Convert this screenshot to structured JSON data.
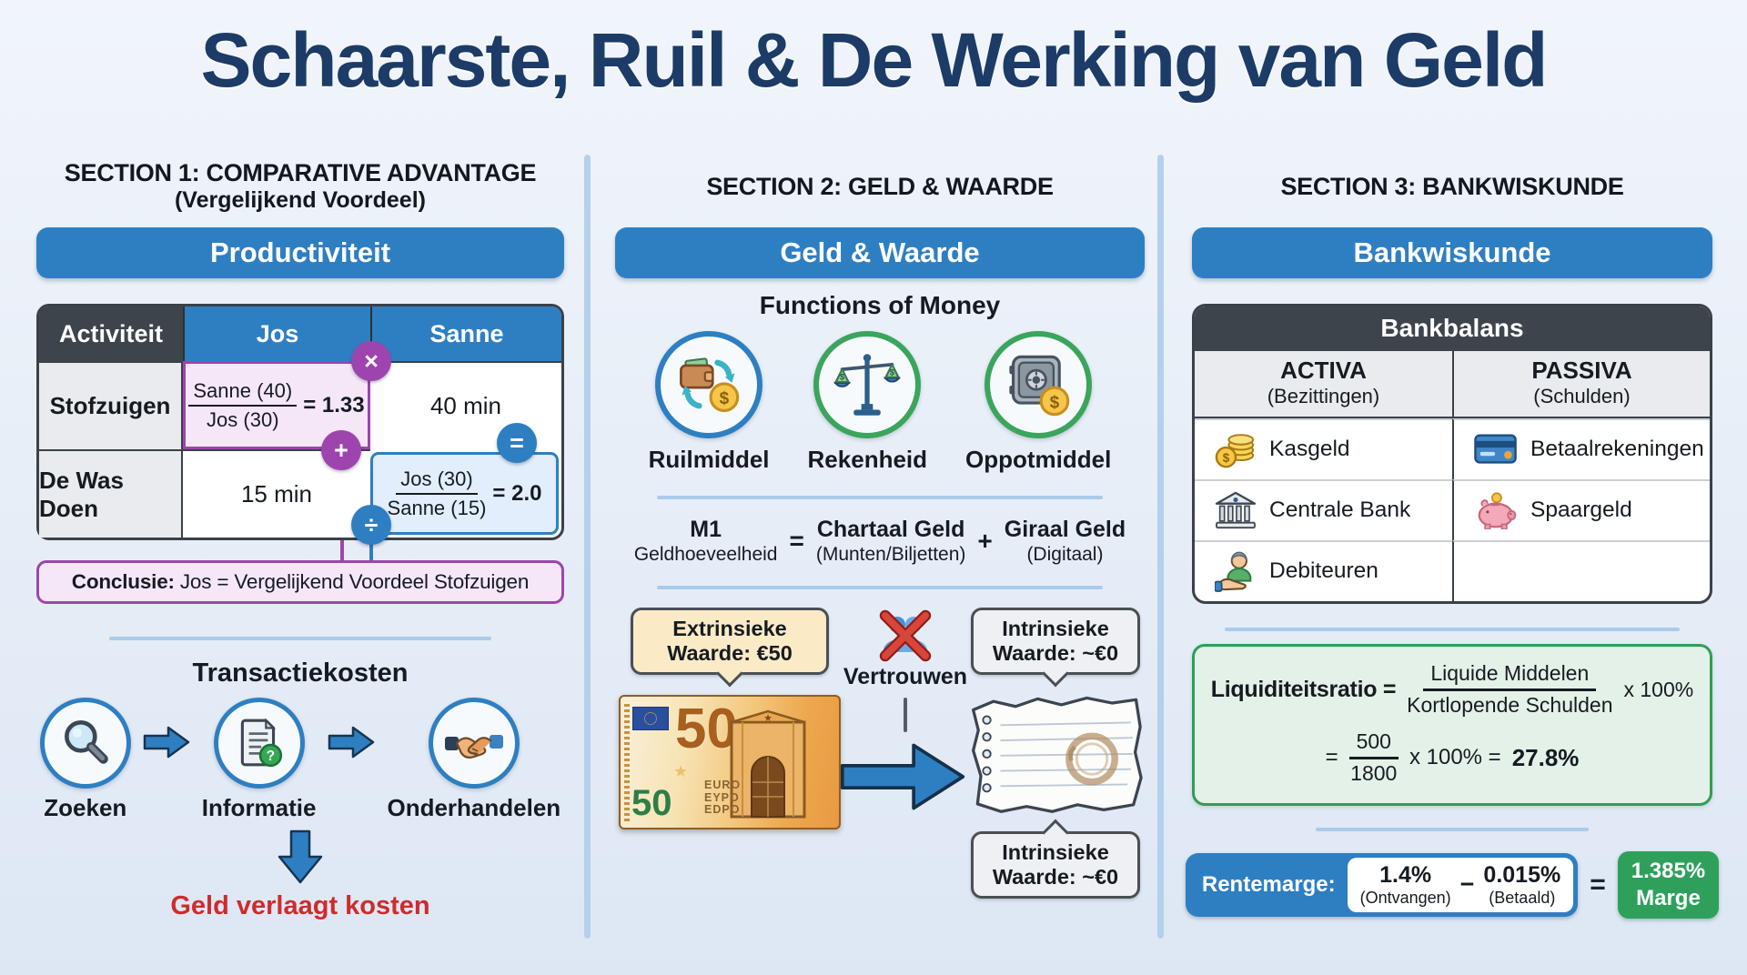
{
  "title": "Schaarste, Ruil & De Werking van Geld",
  "colors": {
    "accent_blue": "#2e7fc2",
    "title_navy": "#1c3b66",
    "purple": "#9e44ae",
    "green": "#2f9e57",
    "red": "#cf2b2b",
    "dark_header": "#3d444b",
    "divider_blue": "#b5d0ec"
  },
  "icons": {
    "s1_steps": [
      "search-icon",
      "document-info-icon",
      "handshake-icon"
    ],
    "s2_functions": [
      "exchange-wallet-icon",
      "balance-scale-icon",
      "safe-icon"
    ],
    "s2_trust": "people-crossed-icon",
    "s3_activa": [
      "coins-icon",
      "bank-building-icon",
      "debtor-hand-icon"
    ],
    "s3_passiva": [
      "bank-card-icon",
      "piggy-bank-icon"
    ]
  },
  "s1": {
    "h1": "SECTION 1: COMPARATIVE ADVANTAGE",
    "h2": "(Vergelijkend Voordeel)",
    "bar": "Productiviteit",
    "table": {
      "col_activity": "Activiteit",
      "col_jos": "Jos",
      "col_sanne": "Sanne",
      "r1_activity": "Stofzuigen",
      "r1_jos_top": "Sanne (40)",
      "r1_jos_bottom": "Jos (30)",
      "r1_jos_result": "= 1.33",
      "r1_sanne": "40 min",
      "r2_activity": "De Was Doen",
      "r2_jos": "15 min",
      "r2_sanne_top": "Jos (30)",
      "r2_sanne_bottom": "Sanne (15)",
      "r2_sanne_result": "= 2.0",
      "badge_multiply": "×",
      "badge_plus": "+",
      "badge_equals": "=",
      "badge_divide": "÷"
    },
    "conclusion_label": "Conclusie:",
    "conclusion_text": " Jos = Vergelijkend Voordeel Stofzuigen",
    "trans_title": "Transactiekosten",
    "step1": "Zoeken",
    "step2": "Informatie",
    "step3": "Onderhandelen",
    "result": "Geld verlaagt kosten"
  },
  "s2": {
    "h1": "SECTION 2: GELD & WAARDE",
    "bar": "Geld & Waarde",
    "fom_title": "Functions of Money",
    "fn1": "Ruilmiddel",
    "fn2": "Rekenheid",
    "fn3": "Oppotmiddel",
    "m1_top": "M1",
    "m1_bottom": "Geldhoeveelheid",
    "m1_eq": "=",
    "chartaal_top": "Chartaal Geld",
    "chartaal_bottom": "(Munten/Biljetten)",
    "m1_plus": "+",
    "giraal_top": "Giraal Geld",
    "giraal_bottom": "(Digitaal)",
    "extrinsic_l1": "Extrinsieke",
    "extrinsic_l2": "Waarde: €50",
    "trust": "Vertrouwen",
    "intrinsic_l1": "Intrinsieke",
    "intrinsic_l2": "Waarde: ~€0",
    "note_value": "50",
    "note_value2": "50",
    "note_txt1": "EURO",
    "note_txt2": "EYPO",
    "note_txt3": "EDPO"
  },
  "s3": {
    "h1": "SECTION 3: BANKWISKUNDE",
    "bar": "Bankwiskunde",
    "bb_title": "Bankbalans",
    "activa_title": "ACTIVA",
    "activa_sub": "(Bezittingen)",
    "passiva_title": "PASSIVA",
    "passiva_sub": "(Schulden)",
    "activa1": "Kasgeld",
    "activa2": "Centrale Bank",
    "activa3": "Debiteuren",
    "passiva1": "Betaalrekeningen",
    "passiva2": "Spaargeld",
    "lr_label": "Liquiditeitsratio =",
    "lr_top": "Liquide Middelen",
    "lr_bottom": "Kortlopende Schulden",
    "lr_times": "x 100%",
    "lr2_eq": "=",
    "lr2_top": "500",
    "lr2_bottom": "1800",
    "lr2_mid": "x 100% =",
    "lr2_result": "27.8%",
    "rm_label": "Rentemarge:",
    "rm_v1": "1.4%",
    "rm_s1": "(Ontvangen)",
    "rm_minus": "−",
    "rm_v2": "0.015%",
    "rm_s2": "(Betaald)",
    "rm_eq": "=",
    "rm_r1": "1.385%",
    "rm_r2": "Marge"
  }
}
